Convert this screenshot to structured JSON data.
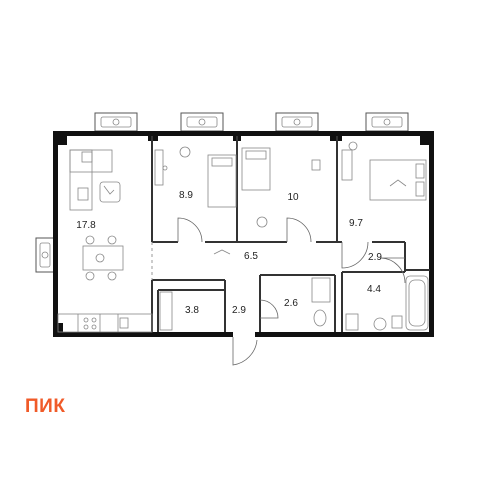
{
  "brand": {
    "logo_text": "ПИК",
    "logo_color": "#f05a28"
  },
  "colors": {
    "wall": "#111111",
    "line": "#555555",
    "fixture": "#888888"
  },
  "rooms": [
    {
      "id": "living-kitchen",
      "area": "17.8"
    },
    {
      "id": "bedroom-1",
      "area": "8.9"
    },
    {
      "id": "bedroom-2",
      "area": "10"
    },
    {
      "id": "bedroom-3",
      "area": "9.7"
    },
    {
      "id": "hallway",
      "area": "6.5"
    },
    {
      "id": "corridor-right",
      "area": "2.9"
    },
    {
      "id": "storage",
      "area": "3.8"
    },
    {
      "id": "corridor-entrance",
      "area": "2.9"
    },
    {
      "id": "toilet",
      "area": "2.6"
    },
    {
      "id": "bathroom",
      "area": "4.4"
    }
  ]
}
